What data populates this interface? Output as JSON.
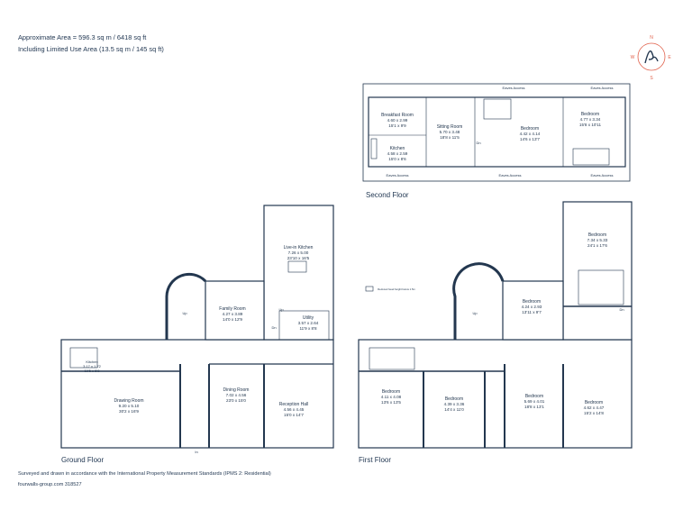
{
  "header": {
    "area_line": "Approximate Area = 596.3 sq m / 6418 sq ft",
    "limited_line": "Including Limited Use Area (13.5 sq m / 145 sq ft)"
  },
  "compass": {
    "n": "N",
    "e": "E",
    "s": "S",
    "w": "W"
  },
  "floors": {
    "ground": "Ground Floor",
    "first": "First Floor",
    "second": "Second Floor"
  },
  "second_floor": {
    "eaves": [
      "Eaves Access",
      "Eaves Access",
      "Eaves Access",
      "Eaves Access",
      "Eaves Access"
    ],
    "rooms": [
      {
        "name": "Breakfast Room",
        "m": "4.60 x 2.99",
        "ft": "15'1 x 9'9"
      },
      {
        "name": "Kitchen",
        "m": "4.58 x 2.59",
        "ft": "15'0 x 8'6"
      },
      {
        "name": "Sitting Room",
        "m": "5.70 x 3.48",
        "ft": "18'8 x 11'5"
      },
      {
        "name": "Bedroom",
        "m": "4.42 x 4.14",
        "ft": "14'6 x 13'7"
      },
      {
        "name": "Bedroom",
        "m": "4.77 x 3.34",
        "ft": "15'8 x 10'11"
      }
    ],
    "dn": "Dn"
  },
  "ground_floor": {
    "rooms": [
      {
        "name": "Live-in Kitchen",
        "m": "7.26 x 5.00",
        "ft": "23'10 x 16'5"
      },
      {
        "name": "Family Room",
        "m": "4.27 x 3.89",
        "ft": "14'0 x 12'9"
      },
      {
        "name": "Utility",
        "m": "3.57 x 2.64",
        "ft": "11'9 x 8'8"
      },
      {
        "name": "Kitchen",
        "m": "3.17 x 1.72",
        "ft": "10'5 x 5'8"
      },
      {
        "name": "Drawing Room",
        "m": "9.20 x 5.10",
        "ft": "30'2 x 16'9"
      },
      {
        "name": "Dining Room",
        "m": "7.02 x 4.56",
        "ft": "23'0 x 15'0"
      },
      {
        "name": "Reception Hall",
        "m": "4.56 x 4.45",
        "ft": "15'0 x 14'7"
      }
    ],
    "up": "Up",
    "dn": "Dn",
    "in": "In"
  },
  "first_floor": {
    "rooms": [
      {
        "name": "Bedroom",
        "m": "7.34 x 5.33",
        "ft": "24'1 x 17'6"
      },
      {
        "name": "Bedroom",
        "m": "4.24 x 2.93",
        "ft": "13'11 x 9'7"
      },
      {
        "name": "Bedroom",
        "m": "4.11 x 4.08",
        "ft": "13'6 x 13'5"
      },
      {
        "name": "Bedroom",
        "m": "4.39 x 3.36",
        "ft": "14'4 x 11'0"
      },
      {
        "name": "Bedroom",
        "m": "5.69 x 4.01",
        "ft": "18'8 x 13'1"
      },
      {
        "name": "Bedroom",
        "m": "4.62 x 4.47",
        "ft": "15'2 x 14'8"
      }
    ],
    "legend": "Reduced head height below 1.5m",
    "up": "Up",
    "dn": "Dn"
  },
  "footer": {
    "line1": "Surveyed and drawn in accordance with the International Property Measurement Standards (IPMS 2: Residential)",
    "line2": "fourwalls-group.com 318527"
  },
  "colors": {
    "ink": "#23374f",
    "compass": "#e0604a"
  }
}
